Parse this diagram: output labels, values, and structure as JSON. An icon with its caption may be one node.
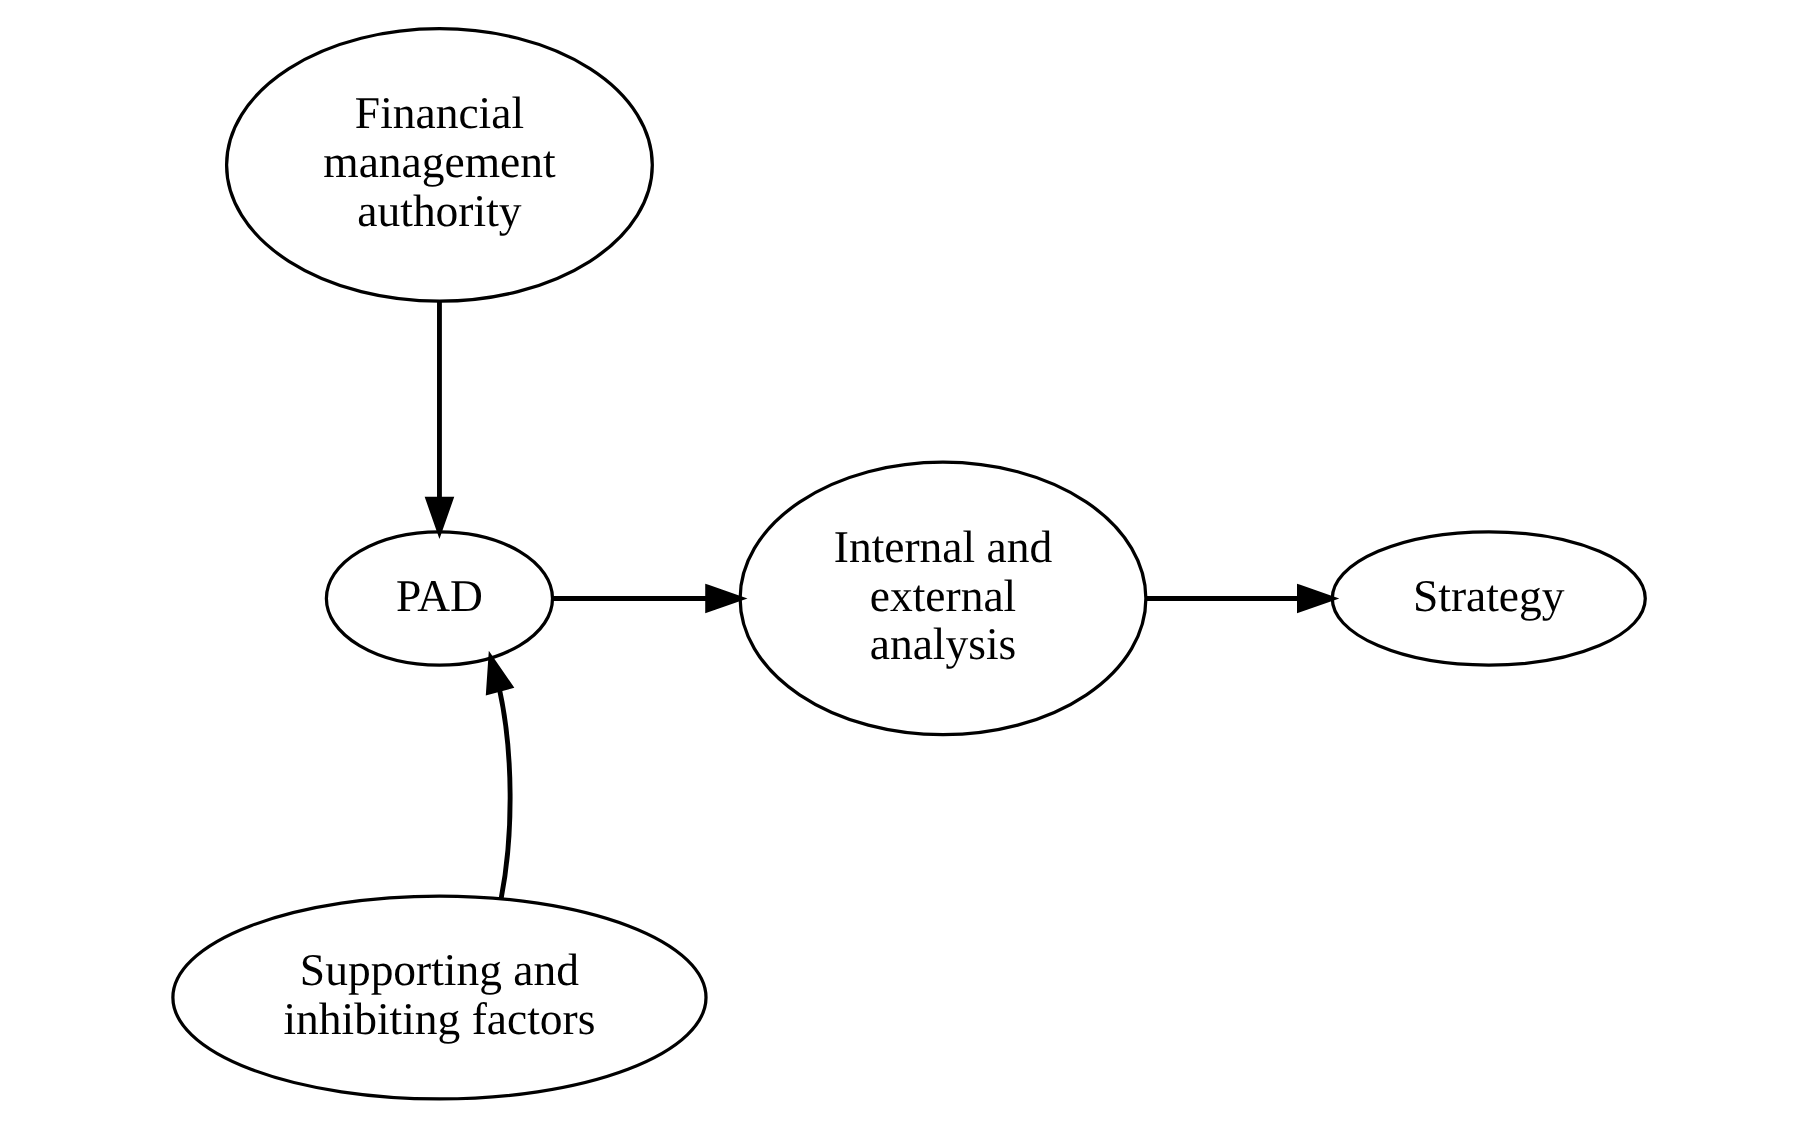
{
  "diagram": {
    "nodes": [
      {
        "text": [
          "Financial management authority"
        ]
      },
      {
        "text": [
          "PAD"
        ]
      },
      {
        "text": [
          "Internal and external analysis"
        ]
      },
      {
        "text": [
          "Strategy"
        ]
      },
      {
        "text": [
          "Supporting and inhibiting factors"
        ]
      }
    ],
    "edges": [
      {
        "from": 0,
        "to": 1,
        "arrow": "to"
      },
      {
        "from": 1,
        "to": 2,
        "arrow": "to"
      },
      {
        "from": 2,
        "to": 3,
        "arrow": "to"
      },
      {
        "from": 4,
        "to": 1,
        "arrow": "to"
      }
    ]
  }
}
